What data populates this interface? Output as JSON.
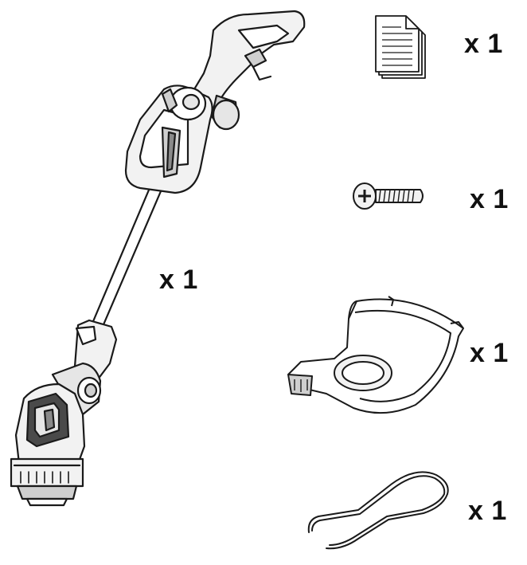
{
  "parts": [
    {
      "name": "trimmer",
      "quantity_label": "x 1"
    },
    {
      "name": "manual",
      "quantity_label": "x 1"
    },
    {
      "name": "screw",
      "quantity_label": "x 1"
    },
    {
      "name": "guard",
      "quantity_label": "x 1"
    },
    {
      "name": "wire-spacer",
      "quantity_label": "x 1"
    }
  ],
  "colors": {
    "line": "#1a1a1a",
    "fill_light": "#f2f2f2",
    "fill_mid": "#cfcfcf",
    "fill_dark": "#8a8a8a"
  }
}
